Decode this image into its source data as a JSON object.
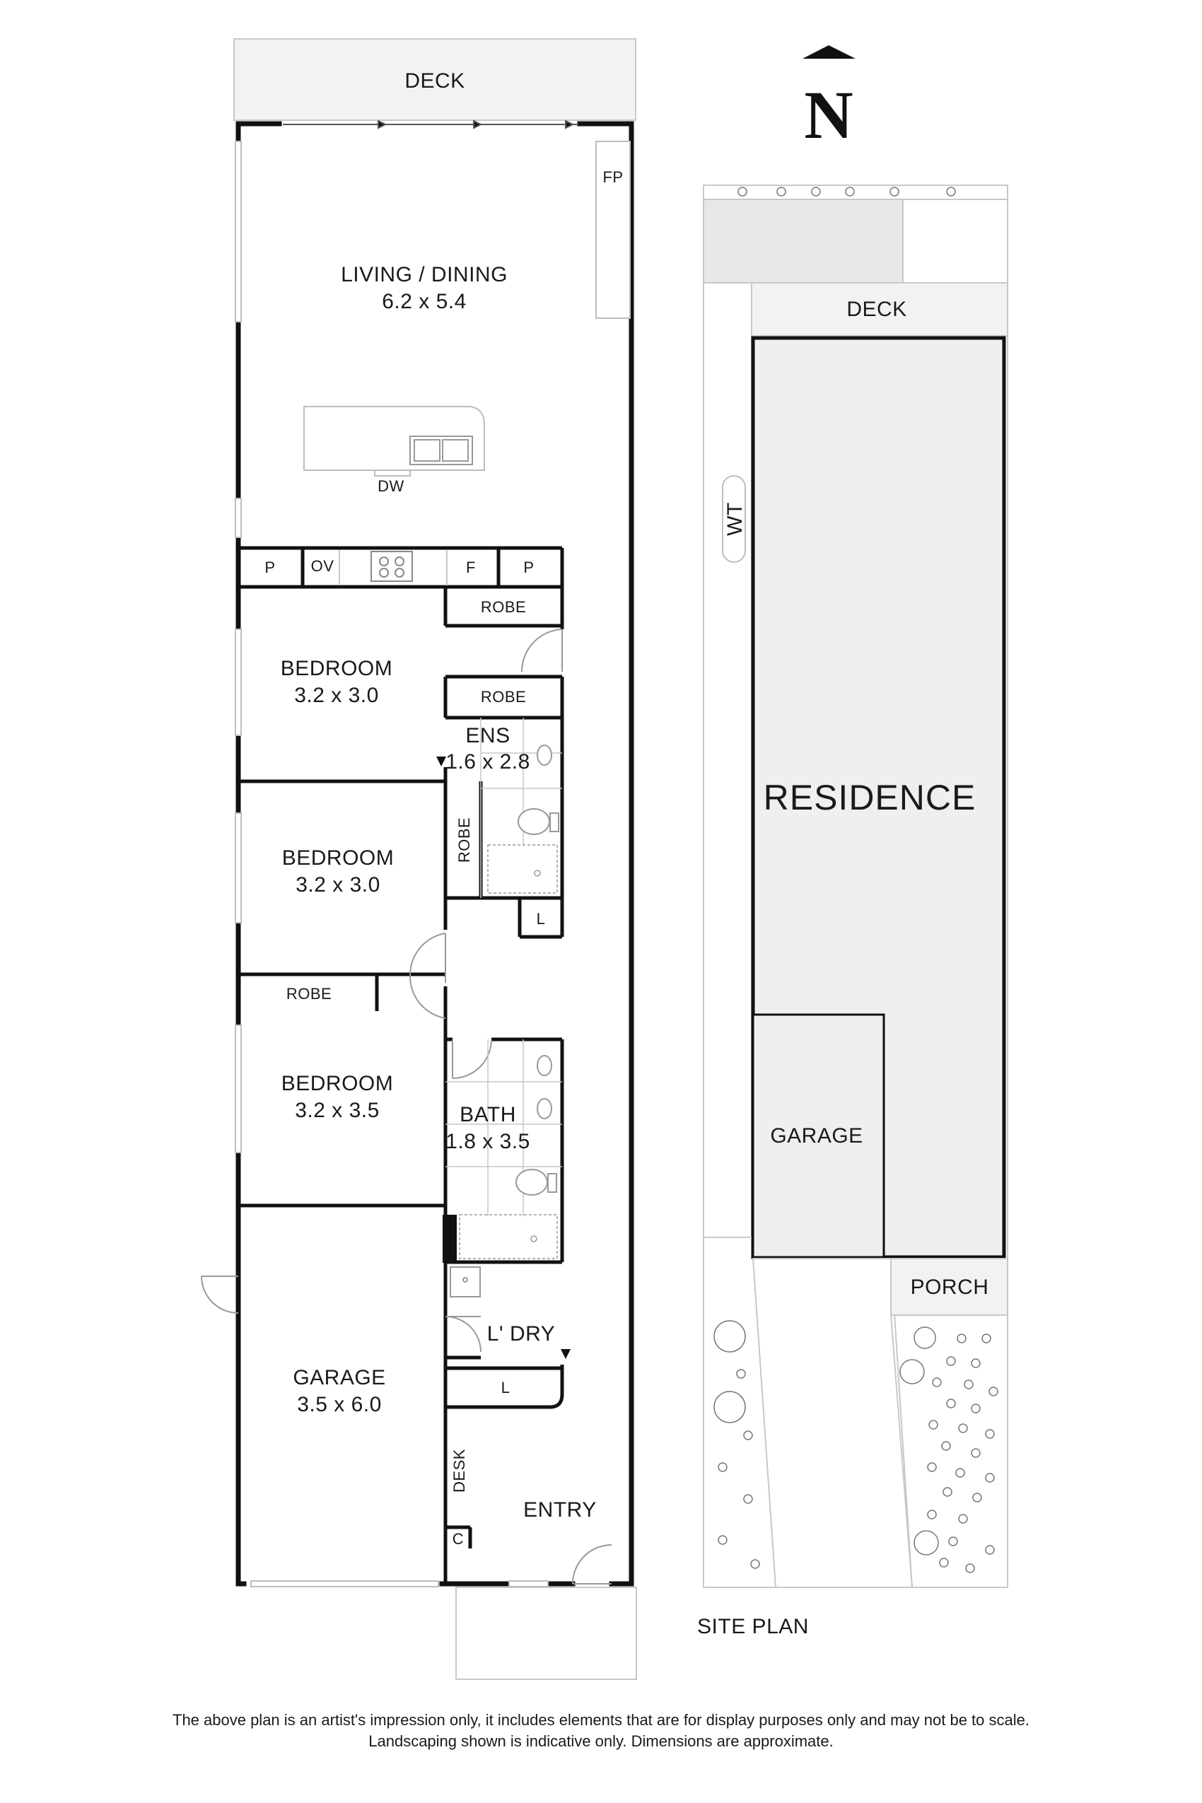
{
  "floor_plan": {
    "deck_top": "DECK",
    "living": {
      "name": "LIVING / DINING",
      "size": "6.2 x 5.4"
    },
    "fireplace": "FP",
    "dishwasher": "DW",
    "kitchen": {
      "pantry_left": "P",
      "oven": "OV",
      "fridge": "F",
      "pantry_right": "P"
    },
    "bedroom1": {
      "name": "BEDROOM",
      "size": "3.2 x 3.0"
    },
    "robe1": "ROBE",
    "robe2": "ROBE",
    "ensuite": {
      "name": "ENS",
      "size": "1.6 x 2.8"
    },
    "bedroom2": {
      "name": "BEDROOM",
      "size": "3.2 x 3.0"
    },
    "robe3": "ROBE",
    "linen1": "L",
    "robe4": "ROBE",
    "bedroom3": {
      "name": "BEDROOM",
      "size": "3.2 x 3.5"
    },
    "bath": {
      "name": "BATH",
      "size": "1.8 x 3.5"
    },
    "laundry": "L' DRY",
    "linen2": "L",
    "garage": {
      "name": "GARAGE",
      "size": "3.5 x 6.0"
    },
    "desk": "DESK",
    "cupboard": "C",
    "entry": "ENTRY"
  },
  "site_plan": {
    "title": "SITE PLAN",
    "deck": "DECK",
    "water_tank": "WT",
    "residence": "RESIDENCE",
    "garage": "GARAGE",
    "porch": "PORCH"
  },
  "compass": {
    "letter": "N"
  },
  "disclaimer": {
    "line1": "The above plan is an artist's impression only, it includes elements that are for display purposes only and may not be to scale.",
    "line2": "Landscaping shown is indicative only. Dimensions are approximate."
  },
  "colors": {
    "wall": "#111111",
    "outline": "#c8c8c8",
    "deck_fill": "#f2f2f2",
    "residence_fill": "#efefef",
    "paving_fill": "#e6e7e8"
  }
}
